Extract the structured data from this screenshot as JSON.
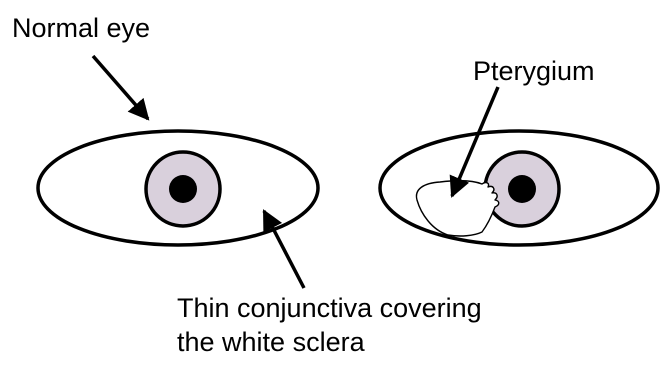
{
  "labels": {
    "normal_eye": "Normal eye",
    "pterygium": "Pterygium",
    "conjunctiva_line1": "Thin conjunctiva covering",
    "conjunctiva_line2": "the white sclera"
  },
  "colors": {
    "stroke": "#000000",
    "sclera": "#ffffff",
    "iris": "#d9d0dc",
    "pupil": "#000000",
    "pterygium_fill": "#ffffff"
  }
}
